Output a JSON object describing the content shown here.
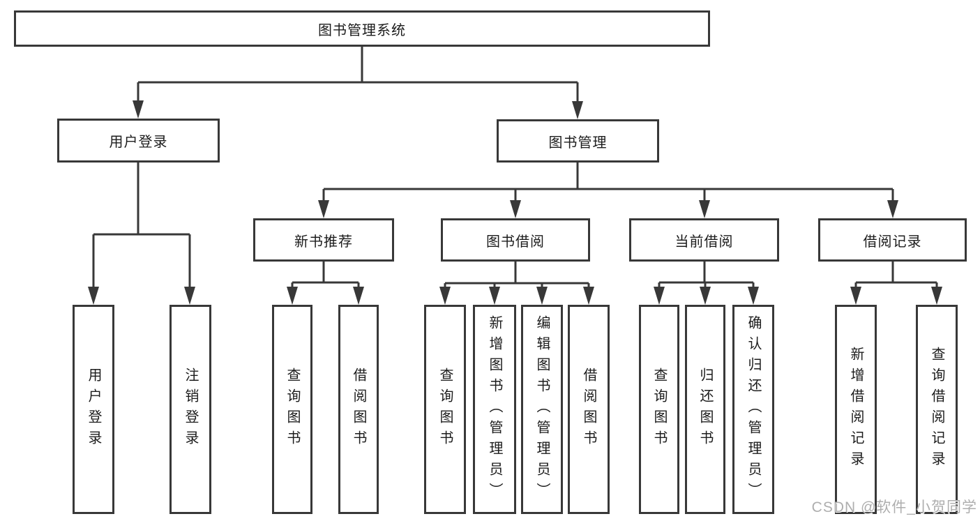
{
  "watermark": "CSDN @软件_小贺同学",
  "colors": {
    "line": "#383838",
    "box_border": "#383838",
    "text": "#1c1c1c",
    "background": "#ffffff",
    "watermark": "#aeaeae"
  },
  "tree": {
    "root": "图书管理系统",
    "branches": [
      {
        "label": "用户登录",
        "leaves": [
          "用户登录",
          "注销登录"
        ]
      },
      {
        "label": "图书管理",
        "groups": [
          {
            "label": "新书推荐",
            "leaves": [
              "查询图书",
              "借阅图书"
            ]
          },
          {
            "label": "图书借阅",
            "leaves": [
              "查询图书",
              "新增图书（管理员）",
              "编辑图书（管理员）",
              "借阅图书"
            ]
          },
          {
            "label": "当前借阅",
            "leaves": [
              "查询图书",
              "归还图书",
              "确认归还（管理员）"
            ]
          },
          {
            "label": "借阅记录",
            "leaves": [
              "新增借阅记录",
              "查询借阅记录"
            ]
          }
        ]
      }
    ]
  }
}
